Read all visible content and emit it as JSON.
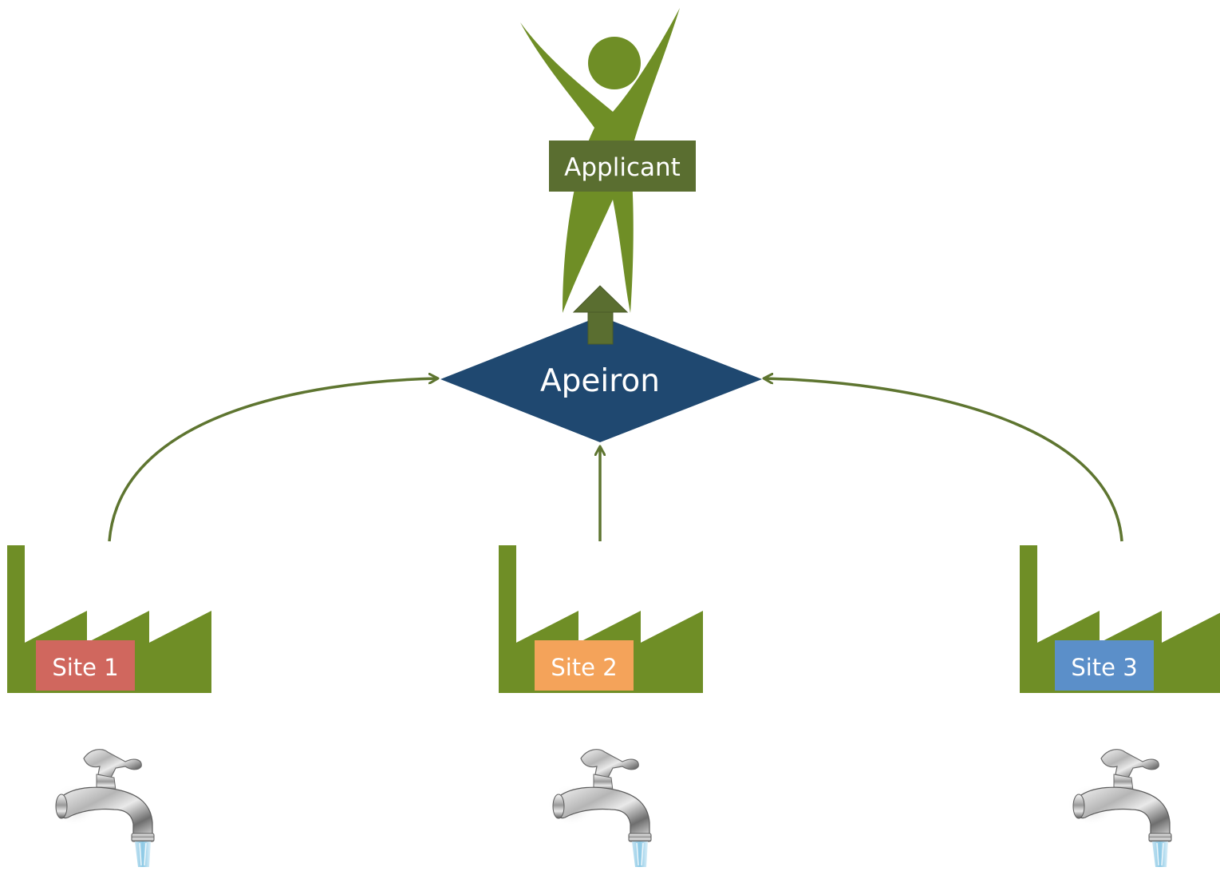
{
  "colors": {
    "green": "#6f8e26",
    "dark_green": "#5a6e30",
    "arrow_green": "#5e7530",
    "navy": "#1f4870",
    "site_1": "#d0675e",
    "site_2": "#f4a35a",
    "site_3": "#5b8fc9",
    "text": "#ffffff"
  },
  "applicant": {
    "icon": "person-celebrating-icon",
    "label": "Applicant"
  },
  "hub": {
    "label": "Apeiron"
  },
  "sites": [
    {
      "label": "Site 1",
      "color": "#d0675e",
      "icon": "factory-icon"
    },
    {
      "label": "Site 2",
      "color": "#f4a35a",
      "icon": "factory-icon"
    },
    {
      "label": "Site 3",
      "color": "#5b8fc9",
      "icon": "factory-icon"
    }
  ],
  "taps": [
    {
      "icon": "water-faucet-icon"
    },
    {
      "icon": "water-faucet-icon"
    },
    {
      "icon": "water-faucet-icon"
    }
  ]
}
